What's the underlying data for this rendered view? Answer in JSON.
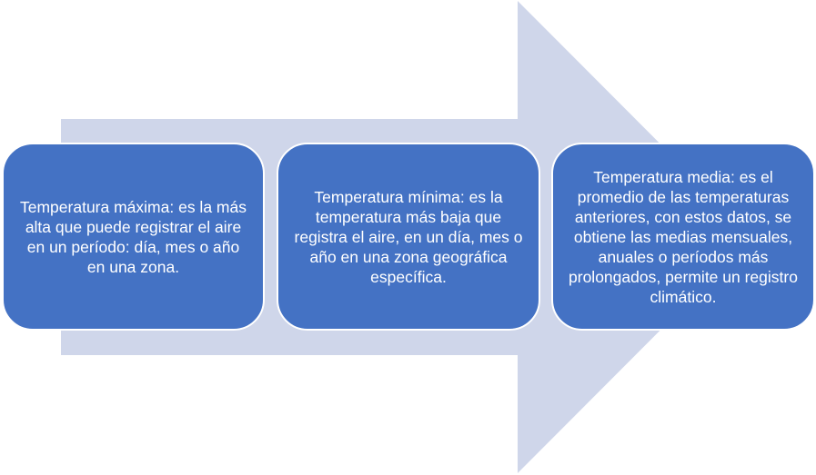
{
  "diagram": {
    "arrow_color": "#cfd6ea",
    "box_color": "#4472c4",
    "text_color": "#ffffff",
    "steps": [
      {
        "text": "Temperatura máxima: es la más alta que puede registrar el aire en un período: día, mes o año en una zona."
      },
      {
        "text": "Temperatura mínima: es la temperatura más baja que registra el aire, en un día, mes o año en una zona geográfica específica."
      },
      {
        "text": "Temperatura media: es el promedio de las temperaturas anteriores, con estos datos, se obtiene las medias mensuales, anuales o períodos más prolongados, permite un registro climático."
      }
    ]
  }
}
